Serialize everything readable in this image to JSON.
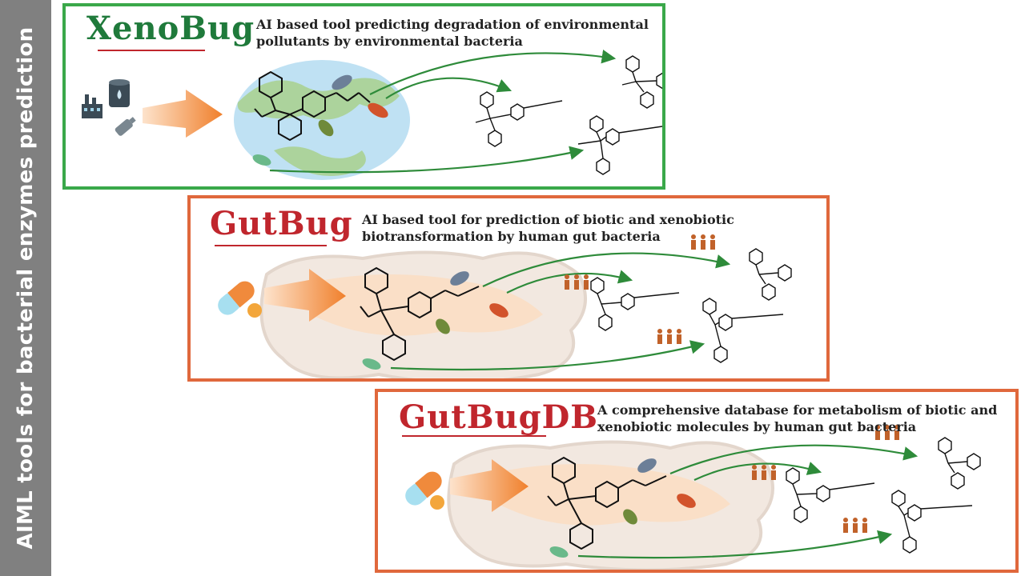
{
  "sidebar": {
    "title": "AIML tools for bacterial enzymes prediction"
  },
  "panels": [
    {
      "id": "xenobug",
      "name": "XenoBug",
      "description": "AI based tool predicting degradation of environmental pollutants by environmental bacteria",
      "border_color": "#3aa84a"
    },
    {
      "id": "gutbug",
      "name": "GutBug",
      "description": "AI based tool for prediction of biotic and xenobiotic biotransformation by human gut bacteria",
      "border_color": "#e0683c"
    },
    {
      "id": "gutbugdb",
      "name": "GutBugDB",
      "description": "A comprehensive database for metabolism of biotic and xenobiotic molecules by human gut bacteria",
      "border_color": "#e0683c"
    }
  ],
  "colors": {
    "sidebar_bg": "#808080",
    "xeno_title": "#1f7a3b",
    "gut_title": "#c0262d",
    "arrow_green": "#2e8b3a",
    "input_arrow": "#f08a3c"
  },
  "icons": [
    "factory-icon",
    "oil-barrel-icon",
    "bottle-icon",
    "pill-capsule-icon",
    "tablet-icon",
    "bacteria-icon",
    "human-group-icon",
    "molecule-structure",
    "earth-globe",
    "intestine-background"
  ]
}
